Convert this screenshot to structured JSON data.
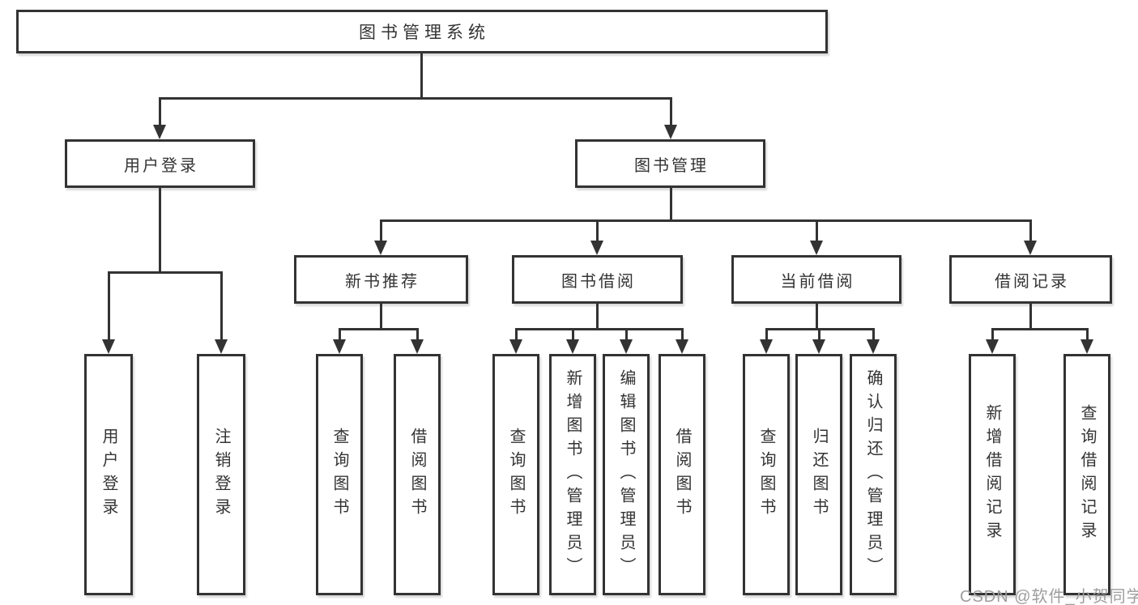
{
  "tree": {
    "root": {
      "label": "图书管理系统"
    },
    "branches": {
      "user_login": {
        "label": "用户登录",
        "children": [
          {
            "label": "用户登录"
          },
          {
            "label": "注销登录"
          }
        ]
      },
      "book_mgmt": {
        "label": "图书管理",
        "sections": {
          "new_rec": {
            "label": "新书推荐",
            "children": [
              {
                "label": "查询图书"
              },
              {
                "label": "借阅图书"
              }
            ]
          },
          "borrow": {
            "label": "图书借阅",
            "children": [
              {
                "label": "查询图书"
              },
              {
                "label": "新增图书（管理员）"
              },
              {
                "label": "编辑图书（管理员）"
              },
              {
                "label": "借阅图书"
              }
            ]
          },
          "current": {
            "label": "当前借阅",
            "children": [
              {
                "label": "查询图书"
              },
              {
                "label": "归还图书"
              },
              {
                "label": "确认归还（管理员）"
              }
            ]
          },
          "records": {
            "label": "借阅记录",
            "children": [
              {
                "label": "新增借阅记录"
              },
              {
                "label": "查询借阅记录"
              }
            ]
          }
        }
      }
    }
  },
  "watermark": {
    "text": "CSDN @软件_小贺同学"
  },
  "colors": {
    "line": "#333333",
    "text": "#333333",
    "background": "#ffffff",
    "watermark": "#9e9e9e"
  }
}
